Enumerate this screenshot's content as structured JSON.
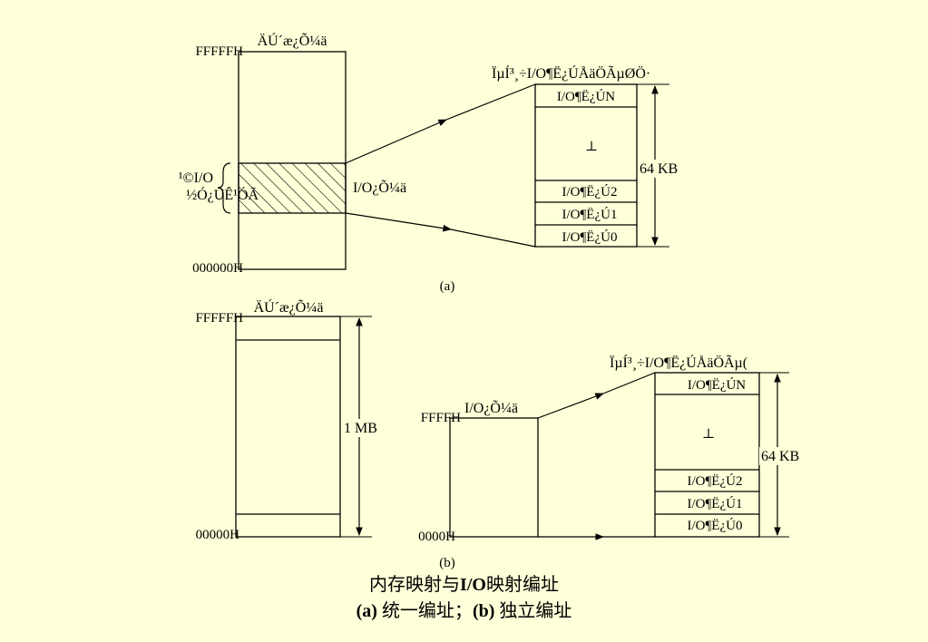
{
  "diagram_a": {
    "memory_label": "ÄÚ´æ¿Õ¼ä",
    "addr_top": "FFFFFH",
    "addr_bottom": "000000H",
    "shared_label_line1": "¹©I/O",
    "shared_label_line2": "½Ó¿ÚÊ¹ÓÃ",
    "io_space_label": "I/O¿Õ¼ä",
    "port_table_title": "ÏµÍ³¸÷I/O¶Ë¿ÚÅäÖÃµØÖ·",
    "ports": [
      "I/O¶Ë¿ÚN",
      "⊥",
      "I/O¶Ë¿Ú2",
      "I/O¶Ë¿Ú1",
      "I/O¶Ë¿Ú0"
    ],
    "size_label": "64 KB",
    "panel_label": "(a)"
  },
  "diagram_b": {
    "memory_label": "ÄÚ´æ¿Õ¼ä",
    "addr_top": "FFFFFH",
    "addr_bottom": "00000H",
    "memory_size_label": "1 MB",
    "io_space_label": "I/O¿Õ¼ä",
    "io_addr_top": "FFFFH",
    "io_addr_bottom": "0000H",
    "port_table_title": "ÏµÍ³¸÷I/O¶Ë¿ÚÅäÖÃµ(",
    "ports": [
      "I/O¶Ë¿ÚN",
      "⊥",
      "I/O¶Ë¿Ú2",
      "I/O¶Ë¿Ú1",
      "I/O¶Ë¿Ú0"
    ],
    "size_label": "64 KB",
    "panel_label": "(b)"
  },
  "caption": {
    "line1_pre": "内存映射与",
    "line1_bold": "I/O",
    "line1_post": "映射编址",
    "line2_a": "(a)",
    "line2_a_text": " 统一编址；",
    "line2_b": "(b)",
    "line2_b_text": " 独立编址"
  }
}
